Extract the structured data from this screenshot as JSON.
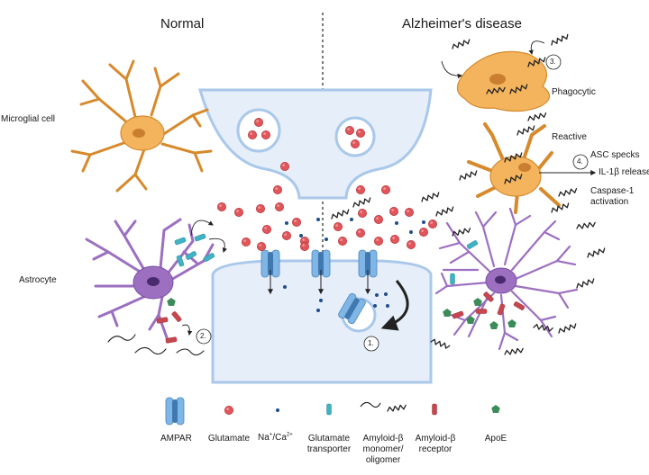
{
  "headers": {
    "normal": "Normal",
    "alzheimers": "Alzheimer's disease"
  },
  "cell_labels": {
    "microglial": "Microglial cell",
    "astrocyte": "Astrocyte"
  },
  "ad_labels": {
    "phagocytic": "Phagocytic",
    "reactive": "Reactive",
    "asc_specks": "ASC specks",
    "il1b": "IL-1β release",
    "caspase_line1": "Caspase-1",
    "caspase_line2": "activation"
  },
  "steps": [
    "1.",
    "2.",
    "3.",
    "4."
  ],
  "legend": {
    "ampar": "AMPAR",
    "glutamate": "Glutamate",
    "ion_base": "Na",
    "ion_plus": "+",
    "ion_mid": "/Ca",
    "ion_sup": "2+",
    "transporter_line1": "Glutamate",
    "transporter_line2": "transporter",
    "amyloid_line1": "Amyloid-β",
    "amyloid_line2": "monomer/",
    "amyloid_line3": "oligomer",
    "receptor_line1": "Amyloid-β",
    "receptor_line2": "receptor",
    "apoe": "ApoE"
  },
  "colors": {
    "microglia": "#f3b45d",
    "microglia_edge": "#d68a2c",
    "astrocyte": "#9c6fc0",
    "astrocyte_edge": "#7a4ea3",
    "synapse_fill": "#e6eef9",
    "synapse_edge": "#a9c8ea",
    "glutamate": "#e0565b",
    "ion": "#1f4d8c",
    "ampar": "#7fb6e6",
    "transporter": "#3fb3c4",
    "receptor": "#c8474e",
    "apoe": "#3c8c5a"
  }
}
